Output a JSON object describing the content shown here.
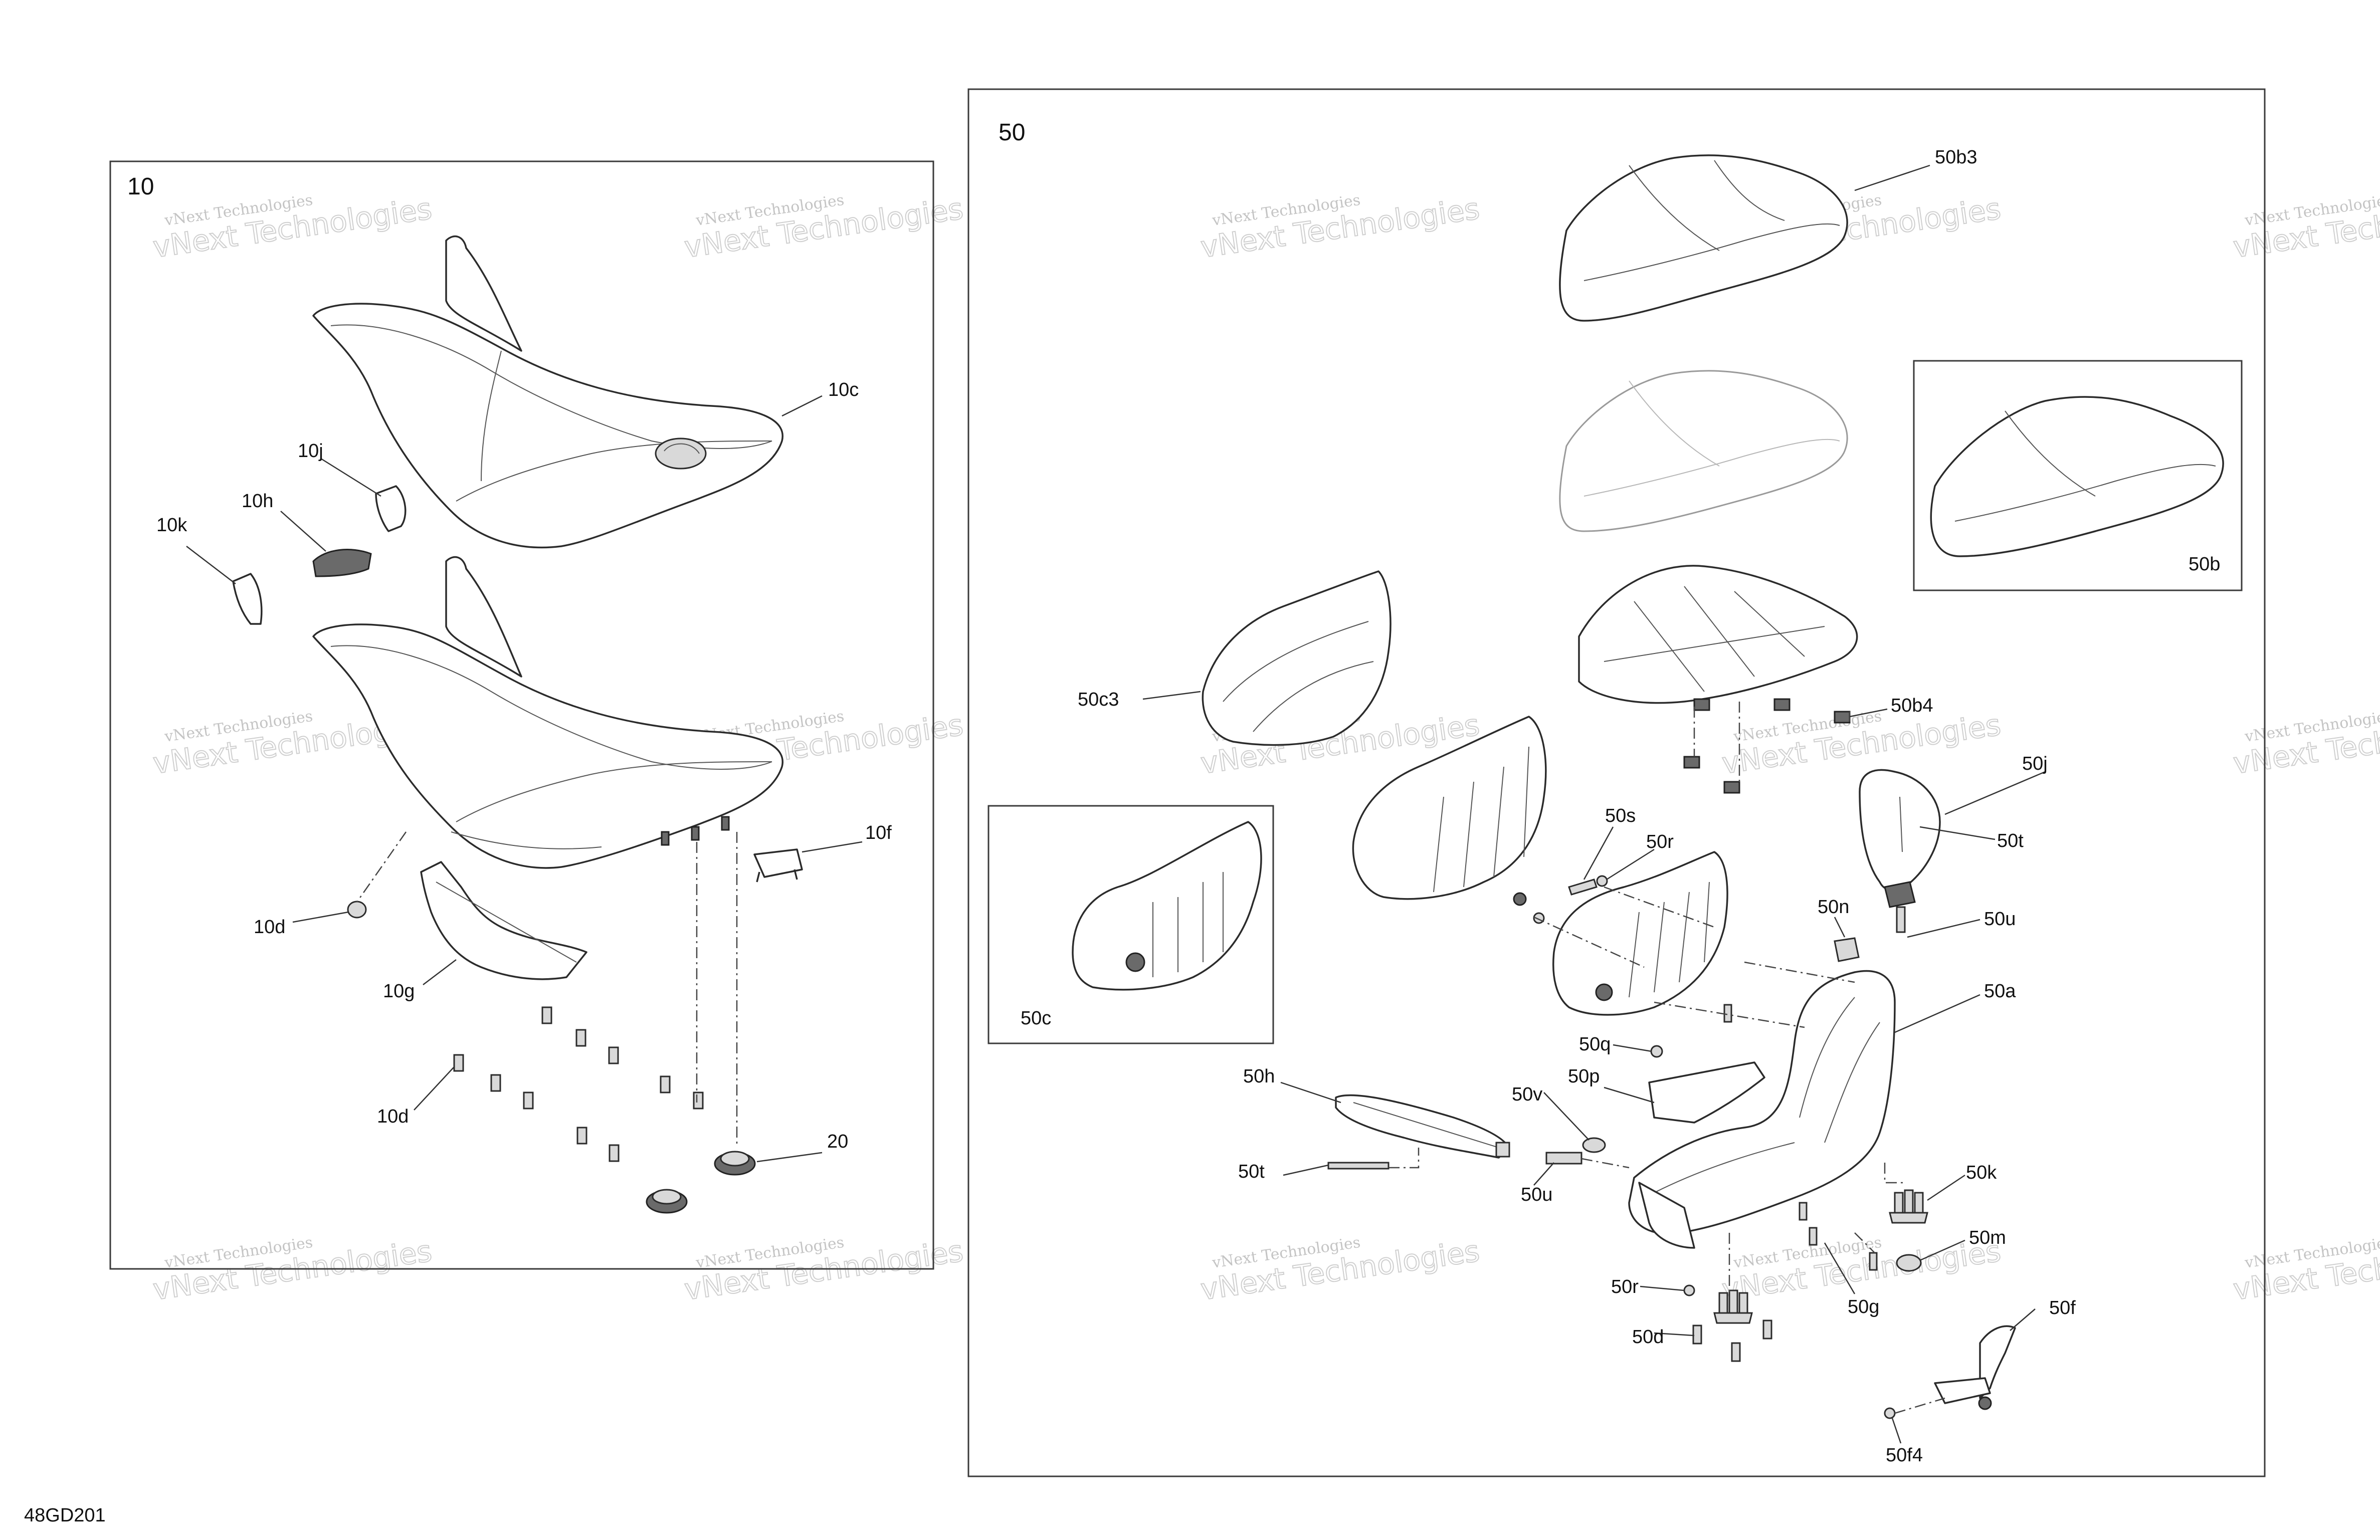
{
  "diagram_code": "48GD201",
  "watermark": {
    "line1": "vNext Technologies",
    "line2": "vNext Technologies"
  },
  "sections": [
    {
      "id": "10",
      "label": "10"
    },
    {
      "id": "50",
      "label": "50"
    }
  ],
  "subassemblies": [
    {
      "id": "50b",
      "label": "50b"
    },
    {
      "id": "50c",
      "label": "50c"
    }
  ],
  "callouts": [
    {
      "id": "10c",
      "label": "10c"
    },
    {
      "id": "10j",
      "label": "10j"
    },
    {
      "id": "10h",
      "label": "10h"
    },
    {
      "id": "10k",
      "label": "10k"
    },
    {
      "id": "10f",
      "label": "10f"
    },
    {
      "id": "10d-a",
      "label": "10d"
    },
    {
      "id": "10g",
      "label": "10g"
    },
    {
      "id": "10d-b",
      "label": "10d"
    },
    {
      "id": "20",
      "label": "20"
    },
    {
      "id": "50b3",
      "label": "50b3"
    },
    {
      "id": "50c3",
      "label": "50c3"
    },
    {
      "id": "50b4",
      "label": "50b4"
    },
    {
      "id": "50j",
      "label": "50j"
    },
    {
      "id": "50s",
      "label": "50s"
    },
    {
      "id": "50r-a",
      "label": "50r"
    },
    {
      "id": "50t-a",
      "label": "50t"
    },
    {
      "id": "50n",
      "label": "50n"
    },
    {
      "id": "50u-a",
      "label": "50u"
    },
    {
      "id": "50a",
      "label": "50a"
    },
    {
      "id": "50q",
      "label": "50q"
    },
    {
      "id": "50h",
      "label": "50h"
    },
    {
      "id": "50v",
      "label": "50v"
    },
    {
      "id": "50p",
      "label": "50p"
    },
    {
      "id": "50t-b",
      "label": "50t"
    },
    {
      "id": "50u-b",
      "label": "50u"
    },
    {
      "id": "50k",
      "label": "50k"
    },
    {
      "id": "50m",
      "label": "50m"
    },
    {
      "id": "50r-b",
      "label": "50r"
    },
    {
      "id": "50g",
      "label": "50g"
    },
    {
      "id": "50f",
      "label": "50f"
    },
    {
      "id": "50d",
      "label": "50d"
    },
    {
      "id": "50f4",
      "label": "50f4"
    }
  ]
}
